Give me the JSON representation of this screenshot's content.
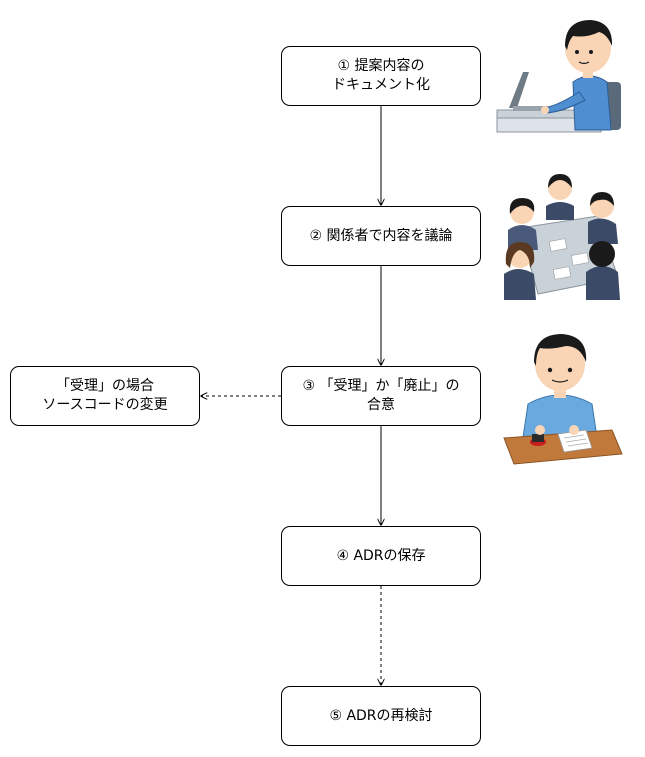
{
  "nodes": {
    "step1": {
      "line1": "① 提案内容の",
      "line2": "ドキュメント化"
    },
    "step2": {
      "line1": "② 関係者で内容を議論"
    },
    "step3": {
      "line1": "③ 「受理」か「廃止」の",
      "line2": "合意"
    },
    "step4": {
      "line1": "④ ADRの保存"
    },
    "step5": {
      "line1": "⑤ ADRの再検討"
    },
    "side": {
      "line1": "「受理」の場合",
      "line2": "ソースコードの変更"
    }
  },
  "colors": {
    "line": "#000000",
    "skin": "#f9d5b5",
    "hair": "#1a1a1a",
    "shirt_blue": "#4f8ed1",
    "desk": "#c9d2d9",
    "wood": "#c0793a"
  },
  "illustrations": {
    "step1": "person-at-laptop-icon",
    "step2": "meeting-group-icon",
    "step3": "person-stamping-document-icon"
  }
}
